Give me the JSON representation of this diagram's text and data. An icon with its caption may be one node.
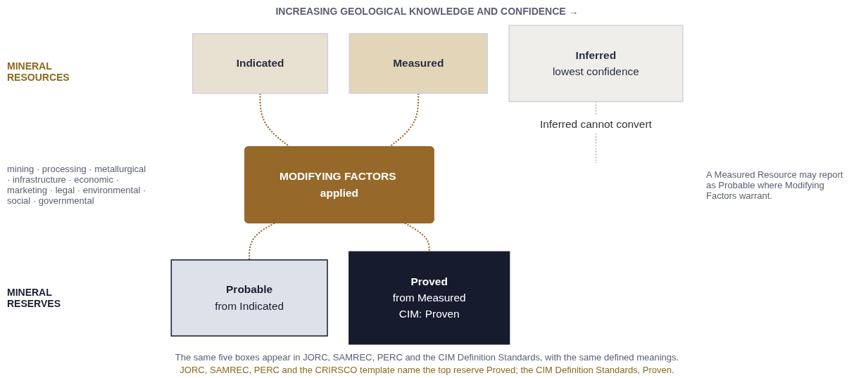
{
  "diagram": {
    "title": "INCREASING GEOLOGICAL KNOWLEDGE AND CONFIDENCE →",
    "caption": "The same five boxes appear in JORC, SAMREC, PERC and the CIM Definition Standards, with the same defined meanings.",
    "nodes": [
      {
        "text": [
          "Inferred",
          "lowest confidence"
        ]
      },
      {
        "text": [
          "Indicated"
        ]
      },
      {
        "text": [
          "Measured"
        ]
      },
      {
        "text": [
          "MODIFYING FACTORS applied"
        ]
      },
      {
        "text": [
          "Probable",
          "from Indicated"
        ]
      },
      {
        "text": [
          "Proved",
          "from Measured",
          "CIM: Proven"
        ]
      }
    ],
    "edges": [
      {
        "from": 0,
        "to": null,
        "arrow": "none",
        "style": "dashed",
        "color": "#c4c6d0",
        "label": "Inferred cannot convert"
      },
      {
        "from": 1,
        "to": 3,
        "arrow": "none",
        "style": "dashed"
      },
      {
        "from": 2,
        "to": 3,
        "arrow": "none",
        "style": "dashed"
      },
      {
        "from": 3,
        "to": 4,
        "arrow": "none",
        "style": "dashed"
      },
      {
        "from": 3,
        "to": 5,
        "arrow": "none",
        "style": "dashed"
      }
    ],
    "labels": [
      "MINERAL RESOURCES",
      "mining · processing · metallurgical · infrastructure · economic · marketing · legal · environmental · social · governmental",
      "MINERAL RESERVES",
      "A Measured Resource may report as Probable where Modifying Factors warrant.",
      "JORC, SAMREC, PERC and the CRIRSCO template name the top reserve Proved; the CIM Definition Standards, Proven."
    ]
  }
}
